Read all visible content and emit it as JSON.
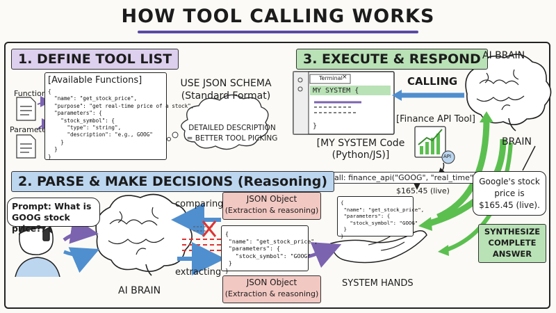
{
  "title": "HOW TOOL CALLING WORKS",
  "section1": {
    "header": "1. DEFINE TOOL LIST",
    "doc_title": "[Available Functions]",
    "functions_label": "Functions",
    "parameters_label": "Parameters",
    "code": "{\n  \"name\": \"get_stock_price\",\n  \"purpose\": \"get real-time price of a stock\",\n  \"parameters\": {\n    \"stock_symbol\": {\n      \"type\": \"string\",\n      \"description\": \"e.g., GOOG\"\n    }\n  }\n}",
    "schema_line1": "USE JSON SCHEMA",
    "schema_line2": "(Standard Format)",
    "cloud_line1": "DETAILED DESCRIPTION",
    "cloud_line2": "= BETTER TOOL PICKING"
  },
  "section2": {
    "header": "2. PARSE & MAKE DECISIONS (Reasoning)",
    "prompt": "Prompt: What is GOOG stock price?",
    "brain_label": "AI BRAIN",
    "comparing": "comparing",
    "extracting": "extracting",
    "json_object_top_line1": "JSON Object",
    "json_object_top_line2": "(Extraction & reasoning)",
    "json_object_bottom_line1": "JSON Object",
    "json_object_bottom_line2": "(Extraction & reasoning)",
    "code": "{\n \"name\": \"get_stock_price\",\n \"parameters\": {\n   \"stock_symbol\": \"GOOG\"\n }\n}"
  },
  "section3": {
    "header": "3. EXECUTE & RESPOND",
    "terminal_tab": "Terminal",
    "terminal_line": "MY SYSTEM {",
    "terminal_close": "}",
    "calling": "CALLING",
    "ai_brain_label": "AI BRAIN",
    "brain_label": "BRAIN",
    "finance_tool": "[Finance API Tool]",
    "api_badge": "API",
    "system_code_line1": "[MY SYSTEM Code",
    "system_code_line2": "(Python/JS)]",
    "call_text": "call: finance_api(\"GOOG\", \"real_time\")",
    "price_live": "$165.45 (live)",
    "code": "{\n \"name\": \"get_stock_price\",\n \"parameters\": {\n   \"stock_symbol\": \"GOOG\"\n }\n}",
    "system_hands": "SYSTEM HANDS",
    "answer_line1": "Google's stock",
    "answer_line2": "price is",
    "answer_line3": "$165.45 (live).",
    "synth_line1": "SYNTHESIZE",
    "synth_line2": "COMPLETE",
    "synth_line3": "ANSWER"
  },
  "colors": {
    "accent_purple": "#5b4aa5",
    "section1": "#ddd0ee",
    "section2": "#bcd6f0",
    "section3": "#b9e2b6",
    "json_object": "#f2c8c2",
    "arrow_purple": "#7b63b0",
    "arrow_blue": "#4f8fcf",
    "arrow_green": "#5bbf4f"
  }
}
